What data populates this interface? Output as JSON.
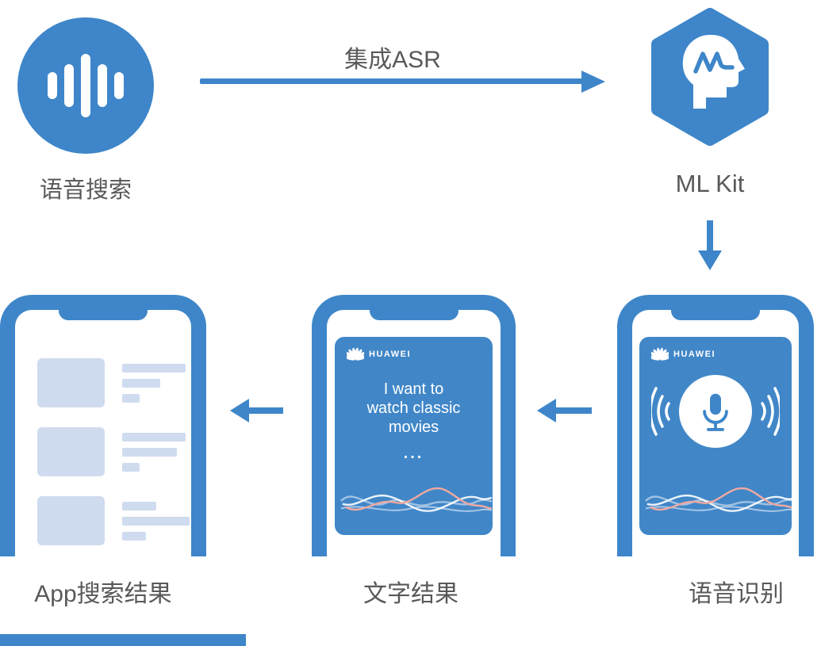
{
  "colors": {
    "primary": "#3e86c9",
    "screen": "#4187c8",
    "placeholder": "#cfdbef",
    "label_text": "#595959",
    "wave_pink": "#efa9a0",
    "wave_blue": "#aac8e6",
    "wave_pale": "#d5e3f4"
  },
  "flow": {
    "step1": {
      "label": "语音搜索",
      "icon": "voice-waveform-icon"
    },
    "integration_arrow_label": "集成ASR",
    "step2": {
      "label": "ML Kit",
      "icon": "head-with-ml-monogram-icon"
    }
  },
  "phones": {
    "speech": {
      "caption": "语音识别",
      "brand": "HUAWEI",
      "icon": "microphone-icon"
    },
    "text": {
      "caption": "文字结果",
      "brand": "HUAWEI",
      "lines": [
        "I want to",
        "watch classic",
        "movies"
      ],
      "ellipsis": "..."
    },
    "apps": {
      "caption": "App搜索结果",
      "rows": [
        {
          "bar_widths": [
            80,
            48,
            22
          ]
        },
        {
          "bar_widths": [
            80,
            69,
            22
          ]
        },
        {
          "bar_widths": [
            43,
            85,
            30
          ]
        }
      ]
    }
  }
}
